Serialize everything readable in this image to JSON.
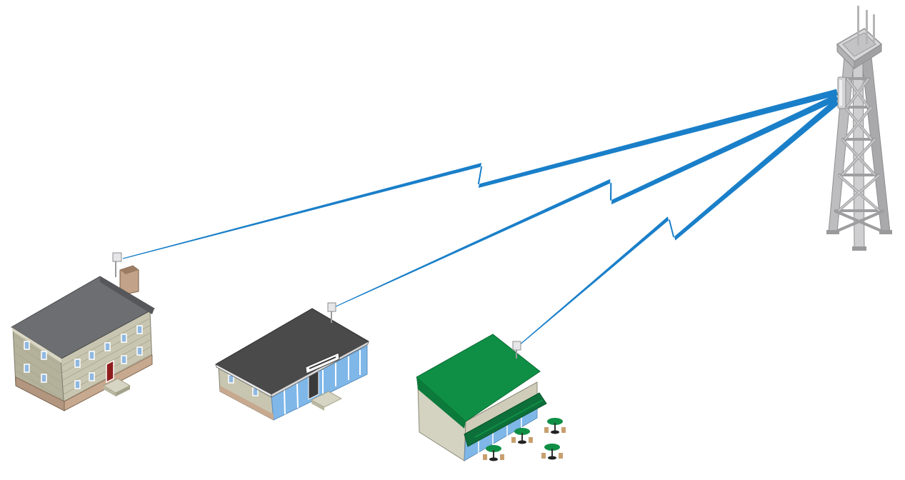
{
  "diagram": {
    "nodes": [
      {
        "id": "tower",
        "kind": "cell-tower-icon"
      },
      {
        "id": "house",
        "kind": "house-icon",
        "antenna": "cpe-antenna-icon"
      },
      {
        "id": "store",
        "kind": "store-icon",
        "antenna": "cpe-antenna-icon"
      },
      {
        "id": "cafe",
        "kind": "cafe-icon",
        "antenna": "cpe-antenna-icon"
      }
    ],
    "links": [
      {
        "from": "tower",
        "to": "house",
        "style": "wireless-bolt"
      },
      {
        "from": "tower",
        "to": "store",
        "style": "wireless-bolt"
      },
      {
        "from": "tower",
        "to": "cafe",
        "style": "wireless-bolt"
      }
    ],
    "colors": {
      "link": "#1a7fc9",
      "house_wall": "#c8c6b0",
      "house_roof": "#6c6e71",
      "house_door": "#8f1d1d",
      "store_roof": "#4a4a4a",
      "store_glass": "#7fb7e8",
      "cafe_roof": "#0f8f45",
      "cafe_awning": "#0d6f39",
      "tower_steel": "#b9b9bb"
    }
  }
}
